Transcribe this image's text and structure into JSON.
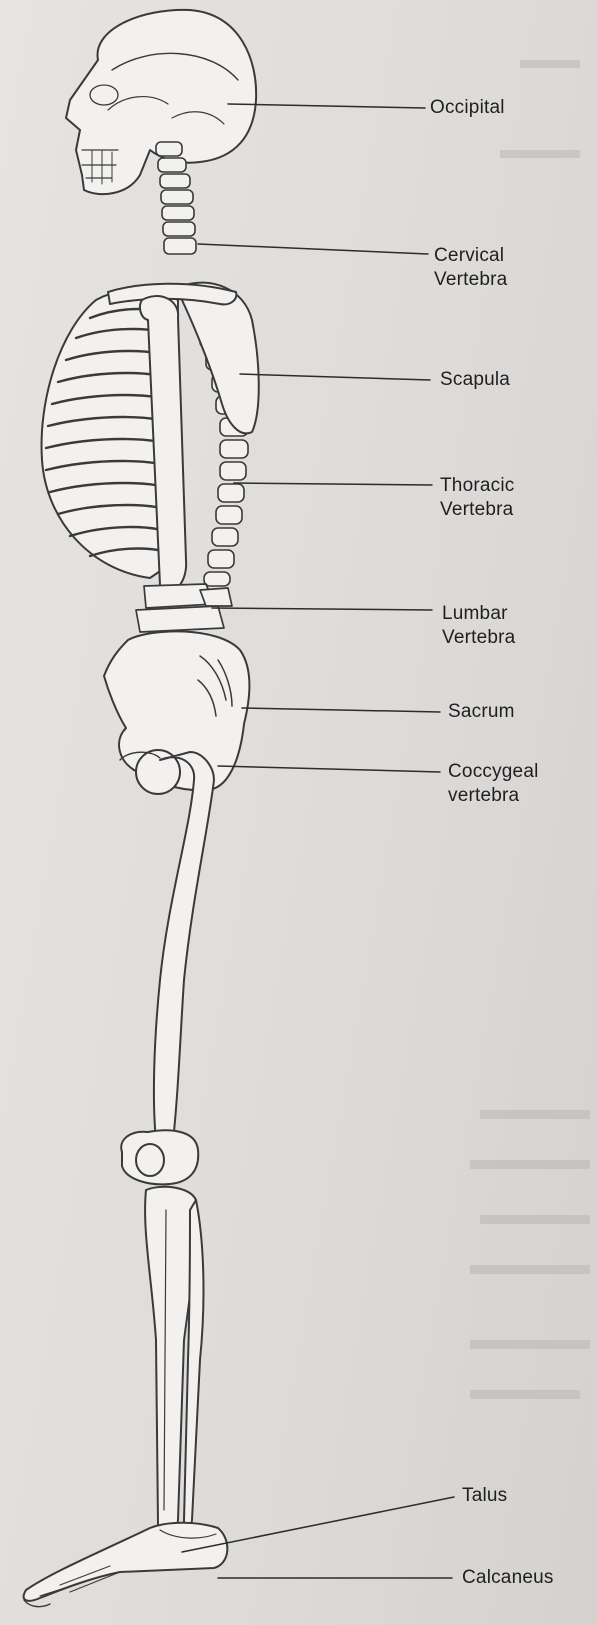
{
  "labels": {
    "occipital": [
      "Occipital"
    ],
    "cervical": [
      "Cervical",
      "Vertebra"
    ],
    "scapula": [
      "Scapula"
    ],
    "thoracic": [
      "Thoracic",
      "Vertebra"
    ],
    "lumbar": [
      "Lumbar",
      "Vertebra"
    ],
    "sacrum": [
      "Sacrum"
    ],
    "coccygeal": [
      "Coccygeal",
      "vertebra"
    ],
    "talus": [
      "Talus"
    ],
    "calcaneus": [
      "Calcaneus"
    ]
  },
  "colors": {
    "paper": "#e2e0de",
    "ink": "#3a3a3a",
    "label": "#1f1f1f"
  }
}
